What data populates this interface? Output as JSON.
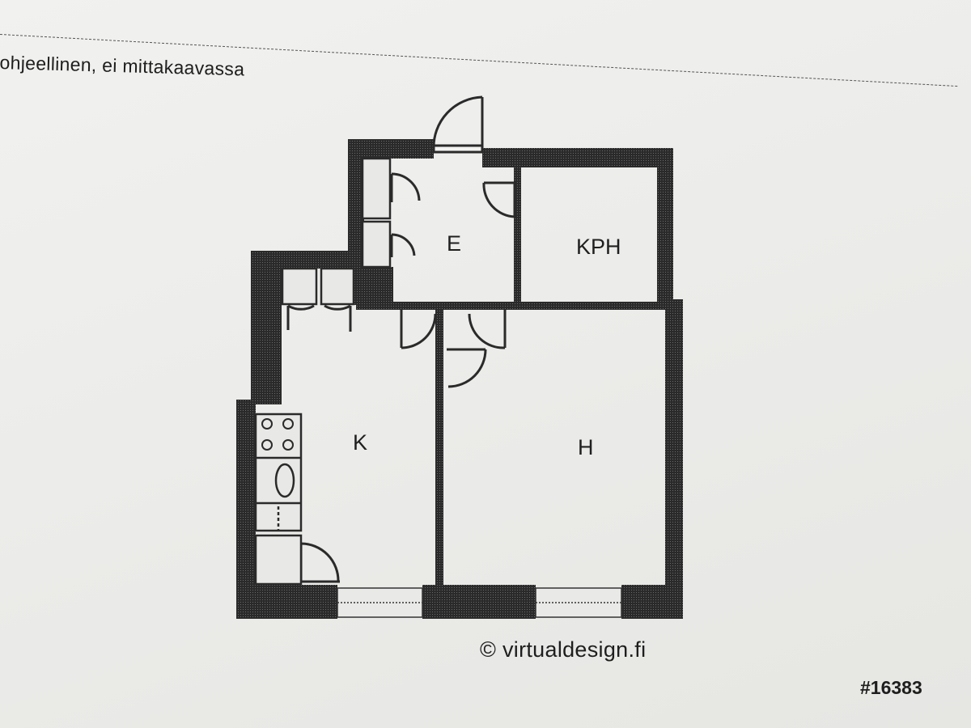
{
  "header": {
    "disclaimer": "ohjeellinen, ei mittakaavassa"
  },
  "rooms": {
    "entrance": "E",
    "bathroom": "KPH",
    "kitchen": "K",
    "living": "H"
  },
  "footer": {
    "copyright": "© virtualdesign.fi",
    "plan_number": "#16383"
  },
  "colors": {
    "wall": "#222222",
    "paper": "#eeeeec",
    "ink": "#1e1e1e"
  }
}
